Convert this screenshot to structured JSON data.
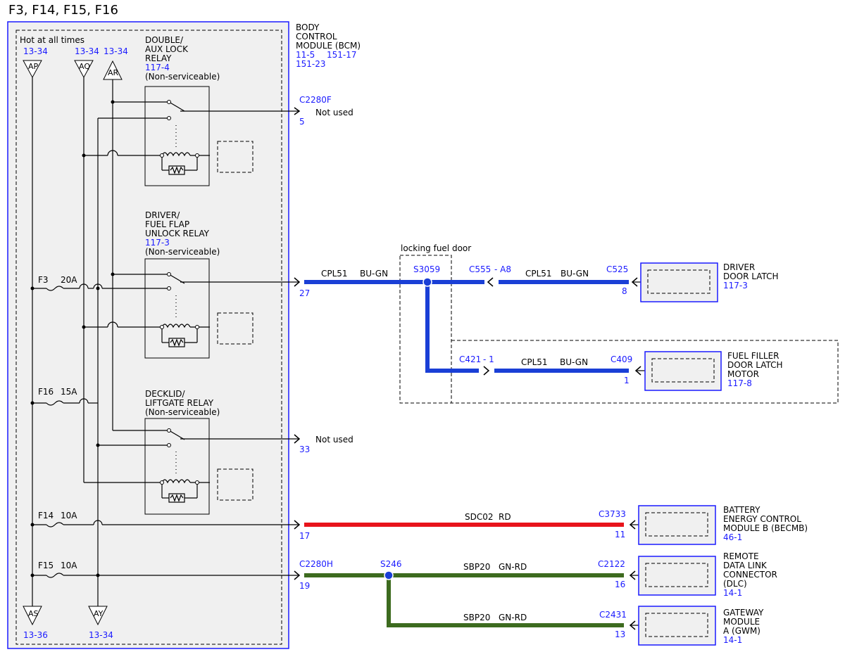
{
  "title": "F3, F14, F15, F16",
  "bcm": {
    "name_lines": [
      "BODY",
      "CONTROL",
      "MODULE (BCM)"
    ],
    "ref1": "11-5",
    "ref2": "151-17",
    "ref3": "151-23"
  },
  "hot_label": "Hot at all times",
  "top_refs": {
    "ap": {
      "ref": "13-34",
      "label": "AP"
    },
    "aq": {
      "ref": "13-34",
      "label": "AQ"
    },
    "ar": {
      "ref": "13-34",
      "label": "AR"
    }
  },
  "bottom_refs": {
    "as": {
      "ref": "13-36",
      "label": "AS"
    },
    "ay": {
      "ref": "13-34",
      "label": "AY"
    }
  },
  "relays": {
    "relay1": {
      "lines": [
        "DOUBLE/",
        "AUX LOCK",
        "RELAY"
      ],
      "ref": "117-4",
      "note": "(Non-serviceable)"
    },
    "relay2": {
      "lines": [
        "DRIVER/",
        "FUEL FLAP",
        "UNLOCK RELAY"
      ],
      "ref": "117-3",
      "note": "(Non-serviceable)"
    },
    "relay3": {
      "lines": [
        "DECKLID/",
        "LIFTGATE RELAY"
      ],
      "note": "(Non-serviceable)"
    }
  },
  "fuses": {
    "f3": {
      "name": "F3",
      "rating": "20A"
    },
    "f16": {
      "name": "F16",
      "rating": "15A"
    },
    "f14": {
      "name": "F14",
      "rating": "10A"
    },
    "f15": {
      "name": "F15",
      "rating": "10A"
    }
  },
  "connectors": {
    "c2280f": "C2280F",
    "c2280h": "C2280H",
    "pin5": "5",
    "pin27": "27",
    "pin33": "33",
    "pin17": "17",
    "pin19": "19",
    "not_used": "Not used",
    "c555": "C555",
    "c555_pin": "- A8",
    "c525": "C525",
    "c525_pin": "8",
    "c421": "C421",
    "c421_pin": "- 1",
    "c409": "C409",
    "c409_pin": "1",
    "c3733": "C3733",
    "c3733_pin": "11",
    "c2122": "C2122",
    "c2122_pin": "16",
    "c2431": "C2431",
    "c2431_pin": "13"
  },
  "splices": {
    "s3059": "S3059",
    "s246": "S246"
  },
  "locking_label": "locking fuel door",
  "wires": {
    "cpl51": {
      "circuit": "CPL51",
      "color": "BU-GN"
    },
    "sdc02": {
      "circuit": "SDC02",
      "color": "RD"
    },
    "sbp20": {
      "circuit": "SBP20",
      "color": "GN-RD"
    }
  },
  "wire_colors": {
    "blue": "#1a3fd6",
    "red": "#e8141b",
    "green": "#3d6b1f"
  },
  "components": {
    "driver_latch": {
      "lines": [
        "DRIVER",
        "DOOR LATCH"
      ],
      "ref": "117-3"
    },
    "fuel_motor": {
      "lines": [
        "FUEL FILLER",
        "DOOR LATCH",
        "MOTOR"
      ],
      "ref": "117-8"
    },
    "becmb": {
      "lines": [
        "BATTERY",
        "ENERGY CONTROL",
        "MODULE B (BECMB)"
      ],
      "ref": "46-1"
    },
    "dlc": {
      "lines": [
        "REMOTE",
        "DATA LINK",
        "CONNECTOR",
        "(DLC)"
      ],
      "ref": "14-1"
    },
    "gwm": {
      "lines": [
        "GATEWAY",
        "MODULE",
        "A (GWM)"
      ],
      "ref": "14-1"
    }
  }
}
